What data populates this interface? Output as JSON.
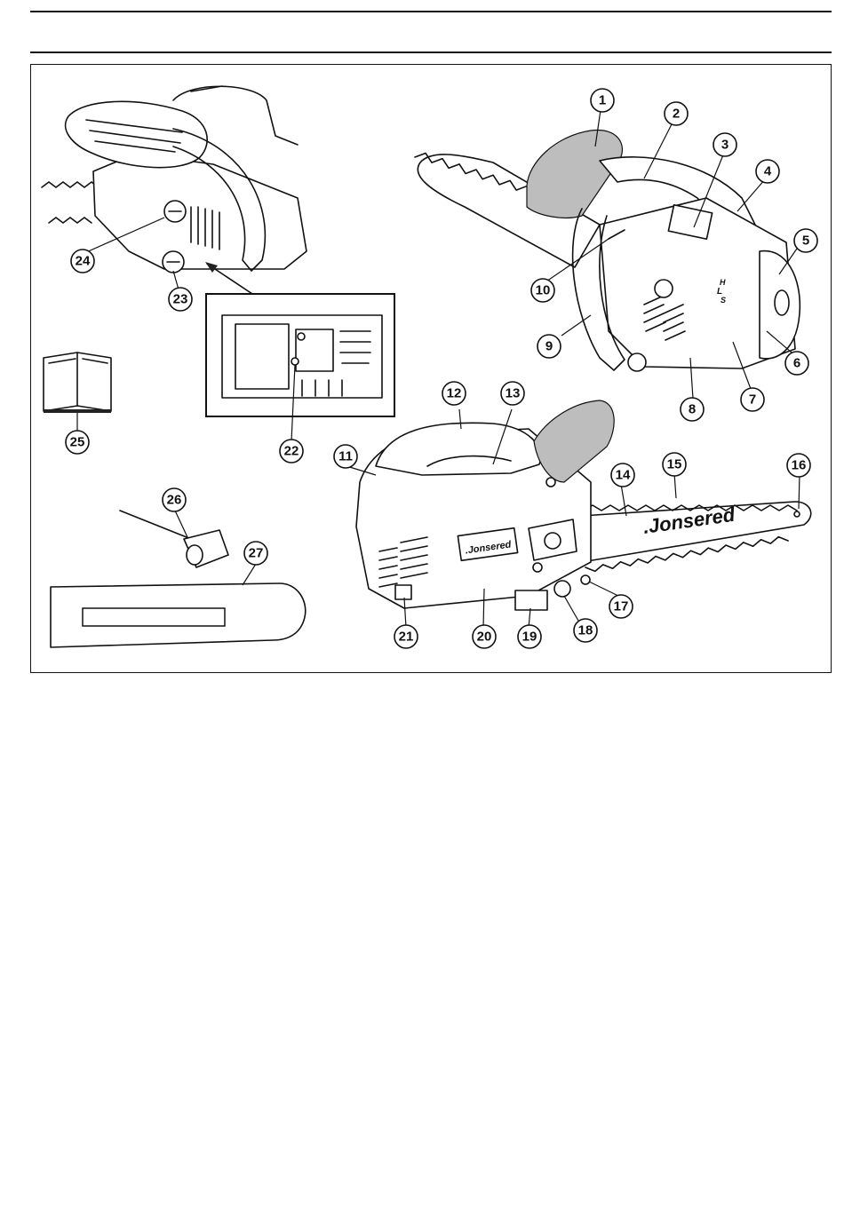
{
  "page": {
    "header_rules": 2
  },
  "figure": {
    "brand_text": ".Jonsered",
    "labels": [
      "1",
      "2",
      "3",
      "4",
      "5",
      "6",
      "7",
      "8",
      "9",
      "10",
      "11",
      "12",
      "13",
      "14",
      "15",
      "16",
      "17",
      "18",
      "19",
      "20",
      "21",
      "22",
      "23",
      "24",
      "25",
      "26",
      "27"
    ],
    "engraving": [
      "L",
      "H",
      "S"
    ]
  },
  "colors": {
    "ink": "#111111",
    "shade": "#bdbdbd",
    "background": "#ffffff"
  }
}
